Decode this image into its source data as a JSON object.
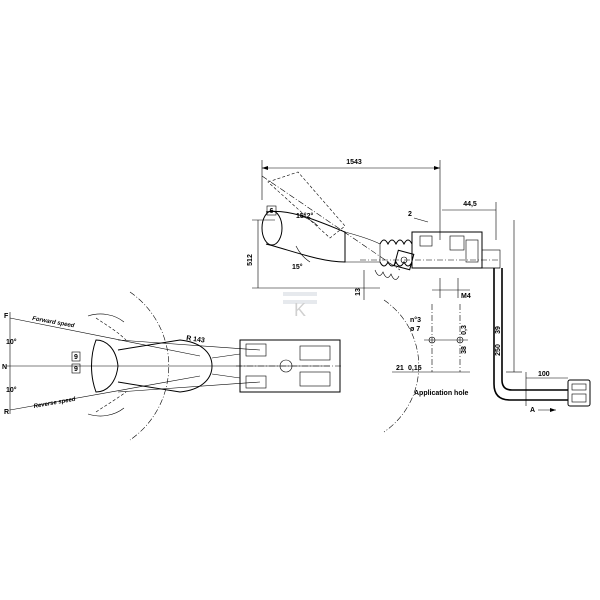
{
  "top_view": {
    "dim_length": "1543",
    "dim_height": "512",
    "dim_13": "13",
    "dim_2": "2",
    "angle_upper": "15°2°",
    "angle_lower": "15°",
    "box_label": "6"
  },
  "right_detail": {
    "dim_44_5": "44,5",
    "dim_m4": "M4",
    "dim_no3_top": "n°3",
    "dim_phi7": "ø 7",
    "dim_0_3": "0,3",
    "dim_38": "38",
    "dim_21": "21",
    "dim_0_15": "0,15",
    "application_hole": "Application hole"
  },
  "cable": {
    "dim_250": "250",
    "dim_39": "39",
    "dim_100": "100",
    "arrow_label": "A"
  },
  "side_view": {
    "forward_label": "F",
    "neutral_label": "N",
    "reverse_label": "R",
    "forward_speed": "Forward speed",
    "reverse_speed": "Reverse speed",
    "angle_forward": "10°",
    "angle_reverse": "10°",
    "box_upper": "9",
    "box_lower": "9",
    "radius_label": "R 143"
  },
  "watermark": "K"
}
